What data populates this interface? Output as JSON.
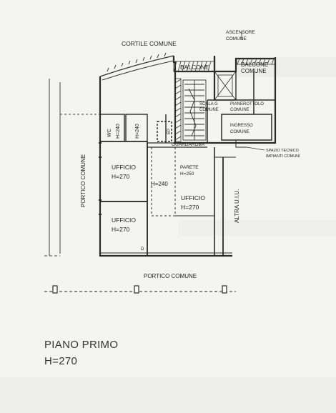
{
  "labels": {
    "cortile": "CORTILE COMUNE",
    "ascensore_1": "ASCENSORE",
    "ascensore_2": "COMUNE",
    "balcone_left": "BALCONE",
    "balcone_right_1": "BALCONE",
    "balcone_right_2": "COMUNE",
    "scala_1": "SCALA G",
    "scala_2": "COMUNE",
    "pianerottolo_1": "PIANEROTTOLO",
    "pianerottolo_2": "COMUNE",
    "ingresso_1": "INGRESSO",
    "ingresso_2": "COMUNE",
    "wc_1": "WC",
    "wc_2": "H=240",
    "wc2_h": "H=240",
    "ep": "EP",
    "guardaroba": "GUARDAROBA",
    "spazio_1": "SPAZIO TECNICO",
    "spazio_2": "IMPIANTI COMUNI",
    "parete_1": "PARETE",
    "parete_2": "H=250",
    "ufficio1_1": "UFFICIO",
    "ufficio1_2": "H=270",
    "corridor_h": "H=240",
    "ufficio2_1": "UFFICIO",
    "ufficio2_2": "H=270",
    "ufficio3_1": "UFFICIO",
    "ufficio3_2": "H=270",
    "portico_left": "PORTICO COMUNE",
    "altra": "ALTRA U.I.U.",
    "portico_bottom": "PORTICO COMUNE",
    "marker_d": "D"
  },
  "footer": {
    "title": "PIANO PRIMO",
    "height": "H=270"
  }
}
